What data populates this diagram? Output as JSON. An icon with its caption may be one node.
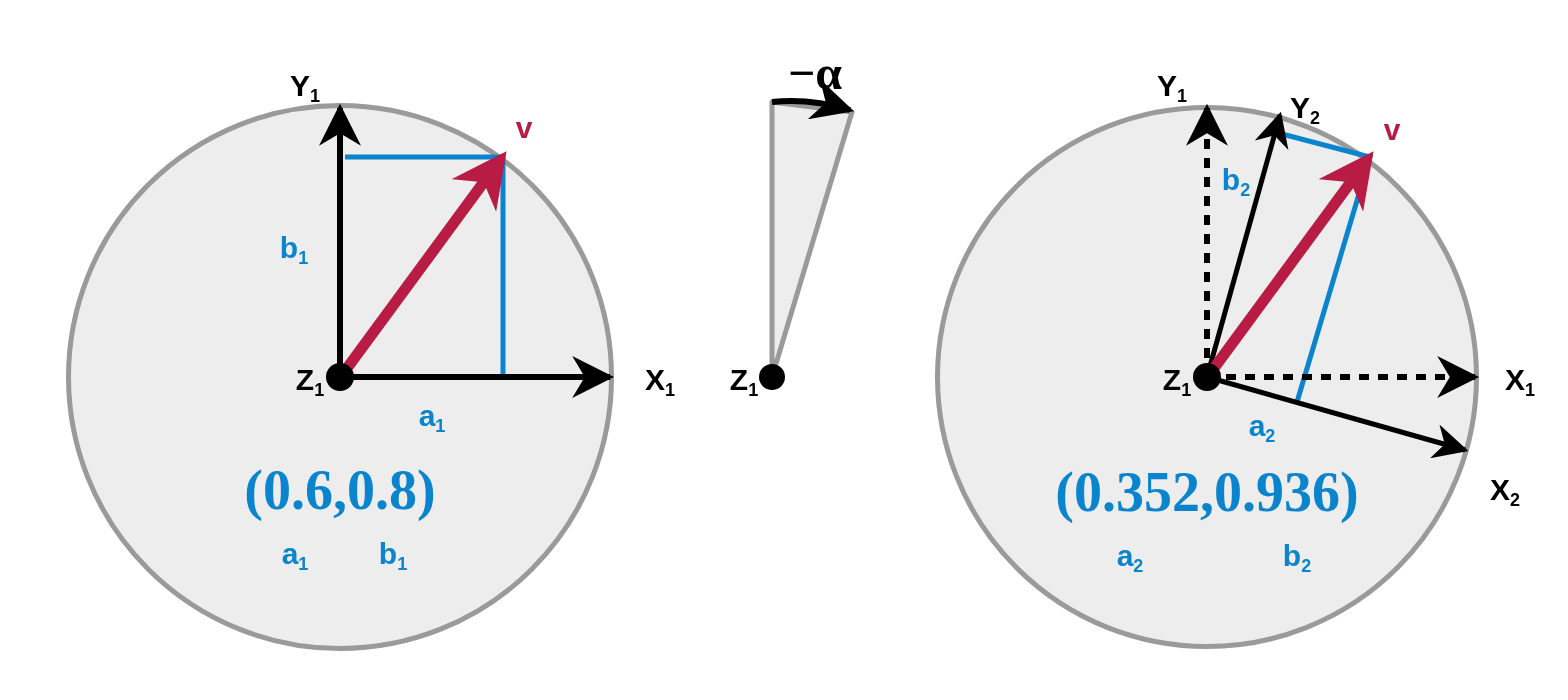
{
  "diagram": {
    "nodes": [
      {
        "text": [
          "(0.6,0.8)",
          "a$_{1}$",
          "b$_{1}$"
        ]
      },
      {
        "text": [
          "(0.352,0.936)",
          "a$_{2}$",
          "b$_{2}$"
        ]
      }
    ],
    "edges": [],
    "labels": [
      "Y$_{1}$",
      "−α",
      "Y$_{1}$",
      "Y$_{2}$",
      "v",
      "v",
      "b$_{2}$",
      "b$_{1}$",
      "Z$_{1}$",
      "X$_{1}$",
      "Z$_{1}$",
      "Z$_{1}$",
      "X$_{1}$",
      "a$_{1}$",
      "a$_{2}$",
      "X$_{2}$"
    ]
  }
}
